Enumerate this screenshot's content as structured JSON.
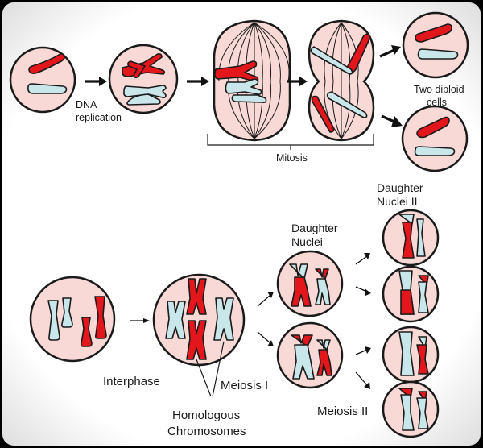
{
  "labels": {
    "dna_replication": [
      "DNA",
      "replication"
    ],
    "two_diploid_cells": [
      "Two diploid",
      "cells"
    ],
    "mitosis": "Mitosis",
    "daughter_nuclei": [
      "Daughter",
      "Nuclei"
    ],
    "daughter_nuclei_ii": [
      "Daughter",
      "Nuclei II"
    ],
    "interphase": "Interphase",
    "meiosis_i": "Meiosis I",
    "meiosis_ii": "Meiosis II",
    "homologous_chromosomes": [
      "Homologous",
      "Chromosomes"
    ]
  },
  "colors": {
    "cell_fill": "#f8d9d6",
    "chromosome_red": "#e3161b",
    "chromosome_blue": "#c9e6ea",
    "outline": "#1a1a1a",
    "background": "#ffffff"
  }
}
